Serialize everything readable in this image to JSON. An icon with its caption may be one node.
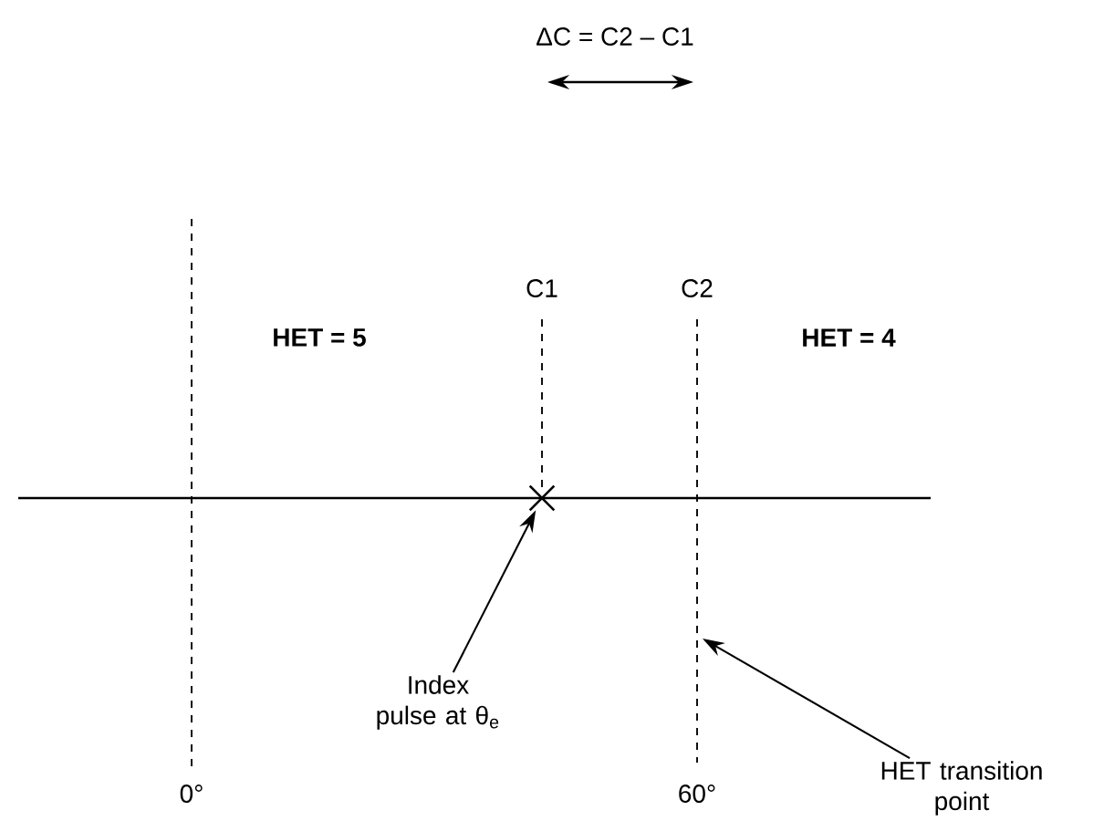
{
  "diagram": {
    "nodes": [
      {
        "text": [],
        "shape": "cross"
      },
      {
        "text": [
          "Index pulse at θ$_{e}$"
        ]
      },
      {
        "text": [
          "HET transition point"
        ]
      }
    ],
    "edges": [
      {
        "from": 1,
        "to": 0,
        "arrow": "to"
      },
      {
        "from": 2,
        "to": null,
        "arrow": "to"
      }
    ],
    "labels": [
      "ΔC = C2 – C1",
      "C1",
      "C2",
      "HET = 5",
      "HET = 4",
      "0°",
      "60°"
    ]
  }
}
